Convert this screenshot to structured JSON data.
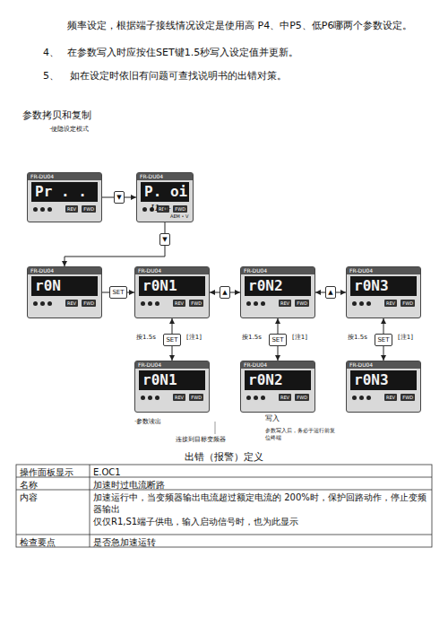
{
  "diagram": {
    "title": "参数拷贝和复制",
    "nodes": [
      {
        "text": [
          "FR-DU04",
          "Pr . .",
          "REV",
          "FWD"
        ]
      },
      {
        "text": [
          "FR-DU04",
          "P. oi",
          "REV",
          "FWD"
        ]
      },
      {
        "text": [
          "FR-DU04",
          "r0N",
          "REV",
          "FWD"
        ]
      },
      {
        "text": [
          "FR-DU04",
          "r0N1",
          "REV",
          "FWD"
        ]
      },
      {
        "text": [
          "FR-DU04",
          "r0N2",
          "REV",
          "FWD"
        ]
      },
      {
        "text": [
          "FR-DU04",
          "r0N3",
          "REV",
          "FWD"
        ]
      },
      {
        "text": [
          "FR-DU04",
          "r0N1",
          "REV",
          "FWD"
        ]
      },
      {
        "text": [
          "FR-DU04",
          "r0N2",
          "REV",
          "FWD"
        ]
      },
      {
        "text": [
          "FR-DU04",
          "r0N3",
          "REV",
          "FWD"
        ]
      }
    ],
    "edges": [
      {
        "from": 0,
        "to": 1,
        "arrow": "to",
        "label": "▼"
      },
      {
        "from": 1,
        "to": 2,
        "arrow": "to",
        "label": "▼"
      },
      {
        "from": 2,
        "to": 3,
        "arrow": "to",
        "label": "SET"
      },
      {
        "from": 3,
        "to": 4,
        "arrow": "both",
        "label": "▲"
      },
      {
        "from": 4,
        "to": 5,
        "arrow": "both",
        "label": "▲"
      },
      {
        "from": 3,
        "to": 6,
        "arrow": "both",
        "label": "SET"
      },
      {
        "from": 4,
        "to": 7,
        "arrow": "both",
        "label": "SET"
      },
      {
        "from": 5,
        "to": 8,
        "arrow": "both",
        "label": "SET"
      }
    ],
    "labels": [
      "频率设定，根据端子接线情况设定是使用高 P4、中P5、低P6哪两个参数设定。",
      "4、",
      "在参数写入时应按住SET键1.5秒写入设定值并更新。",
      "5、",
      "如在设定时依旧有问题可查找说明书的出错对策。",
      "·便隐设定模式",
      "I1 a-",
      "AEM • V",
      "按1.5s",
      "[注1]",
      "按1.5s",
      "[注1]",
      "按1.5s",
      "[注1]",
      "·参数读出",
      "写入",
      "参数写入后，务必于运行前复位终端",
      "连接到目标变频器",
      "出错（报警）定义",
      "操作面板显示",
      "E.OC1",
      "名称",
      "加速时过电流断路",
      "内容",
      "加速运行中，当变频器输出电流超过额定电流的 200%时，保护回路动作，停止变频器输出",
      "仅仅R1,S1端子供电，输入启动信号时，也为此显示",
      "检查要点",
      "是否急加速运转"
    ]
  }
}
